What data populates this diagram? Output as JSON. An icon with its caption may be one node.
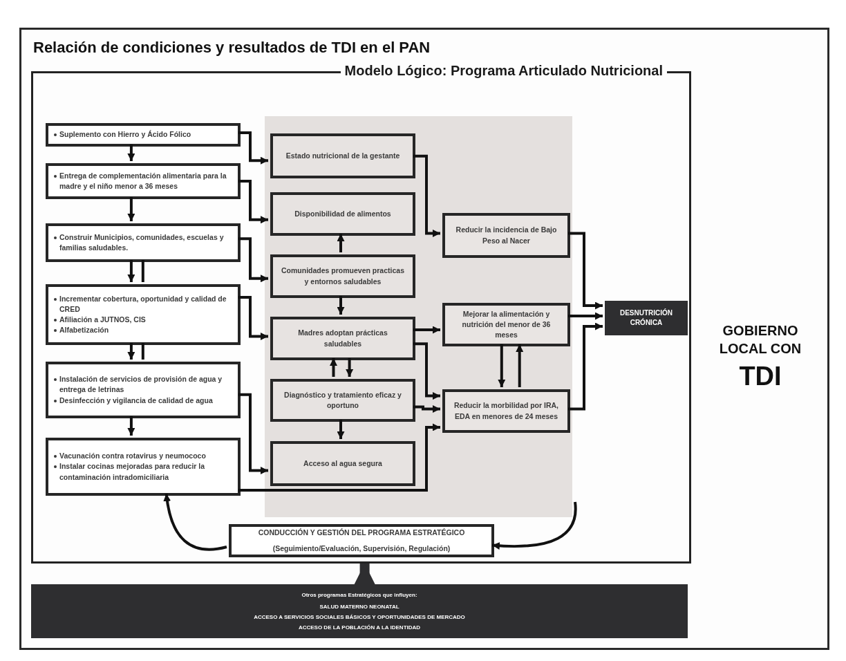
{
  "diagram": {
    "title": "Relación de condiciones y resultados de TDI en el PAN",
    "nodes": [
      {
        "text": [
          "Modelo Lógico: Programa Articulado Nutricional"
        ]
      },
      {
        "text": [
          "Suplemento con Hierro y Ácido Fólico"
        ],
        "in": 0
      },
      {
        "text": [
          "Entrega de complementación alimentaria para la madre y el niño menor a 36 meses"
        ],
        "in": 0
      },
      {
        "text": [
          "Construir Municipios, comunidades, escuelas y familias saludables."
        ],
        "in": 0
      },
      {
        "text": [
          "Incrementar cobertura, oportunidad y calidad de CRED",
          "Afiliación a JUTNOS, CIS",
          "Alfabetización"
        ],
        "in": 0
      },
      {
        "text": [
          "Instalación de servicios de provisión de agua y entrega de letrinas",
          "Desinfección y vigilancia de calidad de agua"
        ],
        "in": 0
      },
      {
        "text": [
          "Vacunación contra rotavirus y neumococo",
          "Instalar cocinas mejoradas para reducir la contaminación intradomiciliaria"
        ],
        "in": 0
      },
      {
        "text": [
          "Estado nutricional de la gestante"
        ],
        "in": 0
      },
      {
        "text": [
          "Disponibilidad de alimentos"
        ],
        "in": 0
      },
      {
        "text": [
          "Comunidades promueven practicas y entornos saludables"
        ],
        "in": 0
      },
      {
        "text": [
          "Madres adoptan prácticas saludables"
        ],
        "in": 0
      },
      {
        "text": [
          "Diagnóstico y tratamiento eficaz y oportuno"
        ],
        "in": 0
      },
      {
        "text": [
          "Acceso al agua segura"
        ],
        "in": 0
      },
      {
        "text": [
          "Reducir la incidencia de Bajo Peso al Nacer"
        ],
        "in": 0
      },
      {
        "text": [
          "Mejorar la alimentación y nutrición del menor de 36 meses"
        ],
        "in": 0
      },
      {
        "text": [
          "Reducir la morbilidad por IRA, EDA en menores de 24 meses"
        ],
        "in": 0
      },
      {
        "text": [
          "DESNUTRICIÓN CRÓNICA"
        ],
        "in": 0
      },
      {
        "text": [
          "CONDUCCIÓN Y GESTIÓN DEL PROGRAMA ESTRATÉGICO",
          "(Seguimiento/Evaluación, Supervisión, Regulación)"
        ],
        "in": 0
      },
      {
        "text": [
          "Otros programas Estratégicos que influyen:",
          "SALUD MATERNO NEONATAL",
          "ACCESO A SERVICIOS SOCIALES BÁSICOS Y OPORTUNIDADES DE MERCADO",
          "ACCESO DE LA POBLACIÓN A LA IDENTIDAD"
        ]
      }
    ],
    "edges": [
      {
        "from": 1,
        "to": 2,
        "arrow": "to"
      },
      {
        "from": 2,
        "to": 3,
        "arrow": "to"
      },
      {
        "from": 3,
        "to": 4,
        "arrow": "to"
      },
      {
        "from": 3,
        "to": 4,
        "arrow": "none"
      },
      {
        "from": 4,
        "to": 5,
        "arrow": "to"
      },
      {
        "from": 4,
        "to": 5,
        "arrow": "none"
      },
      {
        "from": 5,
        "to": 6,
        "arrow": "to"
      },
      {
        "from": 1,
        "to": 7,
        "arrow": "to"
      },
      {
        "from": 2,
        "to": 8,
        "arrow": "to"
      },
      {
        "from": 3,
        "to": 9,
        "arrow": "to"
      },
      {
        "from": 4,
        "to": 10,
        "arrow": "to"
      },
      {
        "from": 5,
        "to": 12,
        "arrow": "to"
      },
      {
        "from": 6,
        "to": 15,
        "arrow": "to"
      },
      {
        "from": 9,
        "to": 8,
        "arrow": "to"
      },
      {
        "from": 9,
        "to": 10,
        "arrow": "to"
      },
      {
        "from": 11,
        "to": 10,
        "arrow": "to"
      },
      {
        "from": 10,
        "to": 11,
        "arrow": "to"
      },
      {
        "from": 11,
        "to": 12,
        "arrow": "to"
      },
      {
        "from": 7,
        "to": 13,
        "arrow": "to"
      },
      {
        "from": 10,
        "to": 14,
        "arrow": "to"
      },
      {
        "from": 10,
        "to": 15,
        "arrow": "to"
      },
      {
        "from": 11,
        "to": 15,
        "arrow": "to"
      },
      {
        "from": 14,
        "to": 15,
        "arrow": "to"
      },
      {
        "from": 15,
        "to": 14,
        "arrow": "to"
      },
      {
        "from": 13,
        "to": 16,
        "arrow": "to"
      },
      {
        "from": 14,
        "to": 16,
        "arrow": "to"
      },
      {
        "from": 15,
        "to": 16,
        "arrow": "to"
      },
      {
        "from": 18,
        "to": 0,
        "arrow": "to",
        "style": "thick"
      },
      {
        "from": null,
        "to": 17,
        "arrow": "to"
      },
      {
        "from": 17,
        "to": 6,
        "arrow": "to"
      }
    ],
    "labels": [
      "GOBIERNO LOCAL CON",
      "TDI"
    ]
  }
}
